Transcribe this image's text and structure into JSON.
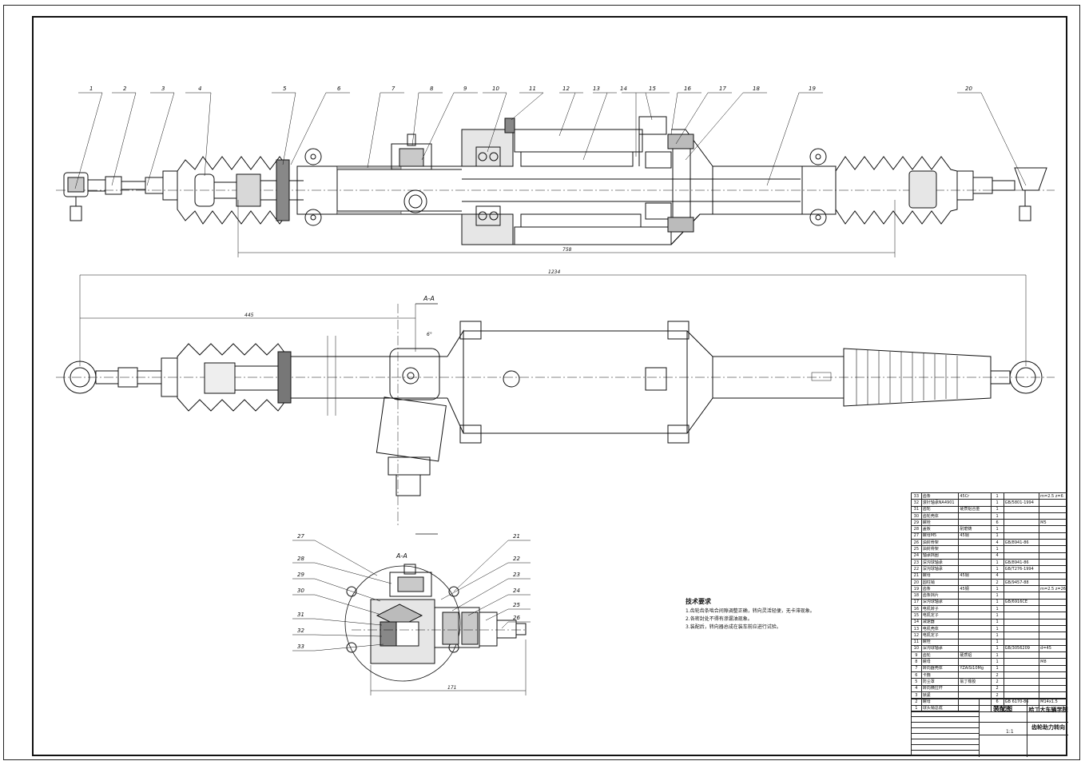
{
  "part_numbers": [
    "1",
    "2",
    "3",
    "4",
    "5",
    "6",
    "7",
    "8",
    "9",
    "10",
    "11",
    "12",
    "13",
    "14",
    "15",
    "16",
    "17",
    "18",
    "19",
    "20"
  ],
  "section_numbers": [
    "27",
    "28",
    "29",
    "30",
    "31",
    "32",
    "33",
    "21",
    "22",
    "23",
    "24",
    "25",
    "26"
  ],
  "dimensions": {
    "d758": "758",
    "d1234": "1234",
    "d445": "445",
    "d171": "171",
    "angle": "6°"
  },
  "section_labels": {
    "aa_top": "A-A",
    "aa_bottom": "A-A"
  },
  "tech_requirements": {
    "title": "技术要求",
    "items": [
      "1.齿轮齿条啮合间隙调整正确，转向灵活轻便，无卡滞现象。",
      "2.各密封处不得有渗漏油现象。",
      "3.装配后，转向器总成在装车前应进行试验。"
    ]
  },
  "bom": [
    {
      "no": "33",
      "name": "齿条",
      "mat": "45Cr",
      "qty": "1",
      "std": "",
      "rem": "m=2.5 z=6"
    },
    {
      "no": "32",
      "name": "滚针轴承NA4901",
      "mat": "",
      "qty": "1",
      "std": "GB/5801-1994",
      "rem": ""
    },
    {
      "no": "31",
      "name": "齿轮",
      "mat": "硬质铝合金",
      "qty": "1",
      "std": "",
      "rem": ""
    },
    {
      "no": "30",
      "name": "齿轮壳体",
      "mat": "",
      "qty": "1",
      "std": "",
      "rem": ""
    },
    {
      "no": "29",
      "name": "螺栓",
      "mat": "",
      "qty": "6",
      "std": "",
      "rem": "M5"
    },
    {
      "no": "28",
      "name": "盖板",
      "mat": "耐磨铸",
      "qty": "1",
      "std": "",
      "rem": ""
    },
    {
      "no": "27",
      "name": "螺母M5",
      "mat": "45钢",
      "qty": "1",
      "std": "",
      "rem": ""
    },
    {
      "no": "26",
      "name": "油封骨架",
      "mat": "",
      "qty": "4",
      "std": "GB/8941-86",
      "rem": ""
    },
    {
      "no": "25",
      "name": "油封骨架",
      "mat": "",
      "qty": "1",
      "std": "",
      "rem": ""
    },
    {
      "no": "24",
      "name": "轴承挡圈",
      "mat": "",
      "qty": "4",
      "std": "",
      "rem": ""
    },
    {
      "no": "23",
      "name": "深沟球轴承",
      "mat": "",
      "qty": "1",
      "std": "GB/8941-86",
      "rem": ""
    },
    {
      "no": "22",
      "name": "深沟球轴承",
      "mat": "",
      "qty": "1",
      "std": "GB/T276-1994",
      "rem": ""
    },
    {
      "no": "21",
      "name": "螺母",
      "mat": "45钢",
      "qty": "4",
      "std": "",
      "rem": ""
    },
    {
      "no": "20",
      "name": "圆柱销",
      "mat": "",
      "qty": "2",
      "std": "GB/9457-88",
      "rem": ""
    },
    {
      "no": "19",
      "name": "齿条",
      "mat": "45钢",
      "qty": "1",
      "std": "",
      "rem": "m=2.5 z=26"
    },
    {
      "no": "18",
      "name": "齿条挡片",
      "mat": "",
      "qty": "1",
      "std": "",
      "rem": ""
    },
    {
      "no": "17",
      "name": "深沟球轴承",
      "mat": "",
      "qty": "1",
      "std": "GB/6916CE",
      "rem": ""
    },
    {
      "no": "16",
      "name": "电机转子",
      "mat": "",
      "qty": "1",
      "std": "",
      "rem": ""
    },
    {
      "no": "15",
      "name": "电机定子",
      "mat": "",
      "qty": "1",
      "std": "",
      "rem": ""
    },
    {
      "no": "14",
      "name": "减速器",
      "mat": "",
      "qty": "1",
      "std": "",
      "rem": ""
    },
    {
      "no": "13",
      "name": "电机壳体",
      "mat": "",
      "qty": "1",
      "std": "",
      "rem": ""
    },
    {
      "no": "12",
      "name": "电机定子",
      "mat": "",
      "qty": "1",
      "std": "",
      "rem": ""
    },
    {
      "no": "11",
      "name": "螺栓",
      "mat": "",
      "qty": "1",
      "std": "",
      "rem": ""
    },
    {
      "no": "10",
      "name": "深沟球轴承",
      "mat": "",
      "qty": "1",
      "std": "GB/3056209",
      "rem": "d=45"
    },
    {
      "no": "9",
      "name": "齿轮",
      "mat": "硬质铝",
      "qty": "1",
      "std": "",
      "rem": ""
    },
    {
      "no": "8",
      "name": "螺母",
      "mat": "",
      "qty": "1",
      "std": "",
      "rem": "M8"
    },
    {
      "no": "7",
      "name": "转向器壳体",
      "mat": "YZAlSi10Mg",
      "qty": "1",
      "std": "",
      "rem": ""
    },
    {
      "no": "6",
      "name": "卡箍",
      "mat": "",
      "qty": "2",
      "std": "",
      "rem": ""
    },
    {
      "no": "5",
      "name": "防尘罩",
      "mat": "氯丁橡胶",
      "qty": "2",
      "std": "",
      "rem": ""
    },
    {
      "no": "4",
      "name": "转向横拉杆",
      "mat": "",
      "qty": "2",
      "std": "",
      "rem": ""
    },
    {
      "no": "3",
      "name": "锁紧",
      "mat": "",
      "qty": "2",
      "std": "",
      "rem": ""
    },
    {
      "no": "2",
      "name": "螺母",
      "mat": "",
      "qty": "6",
      "std": "GB 6170-86",
      "rem": "M14x1.5"
    },
    {
      "no": "1",
      "name": "球头销总成",
      "mat": "",
      "qty": "2",
      "std": "",
      "rem": ""
    }
  ],
  "title_block": {
    "drawing_name": "装配图",
    "org": "哈工大车辆学院",
    "product": "齿轮助力转向",
    "scale": "1:1"
  }
}
